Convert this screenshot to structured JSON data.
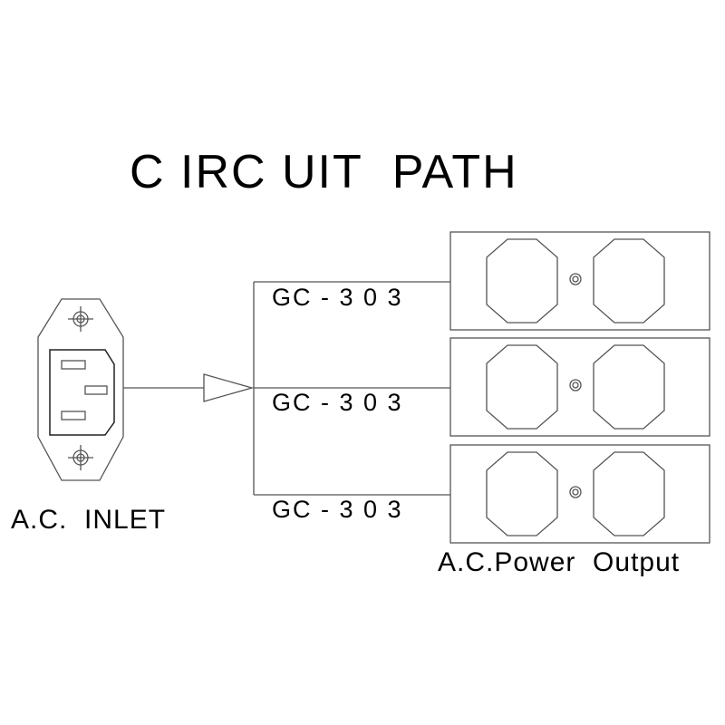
{
  "title": "C IRC UIT  PATH",
  "inlet": {
    "label": "A.C.  INLET",
    "icon": "iec-inlet-icon"
  },
  "wire_label": "GC - 3 0 3",
  "outputs": {
    "label": "A.C.Power  Output",
    "panel_count": 3,
    "icon": "duplex-outlet-icon"
  },
  "colors": {
    "line": "#555555",
    "text": "#000000",
    "background": "#ffffff"
  }
}
